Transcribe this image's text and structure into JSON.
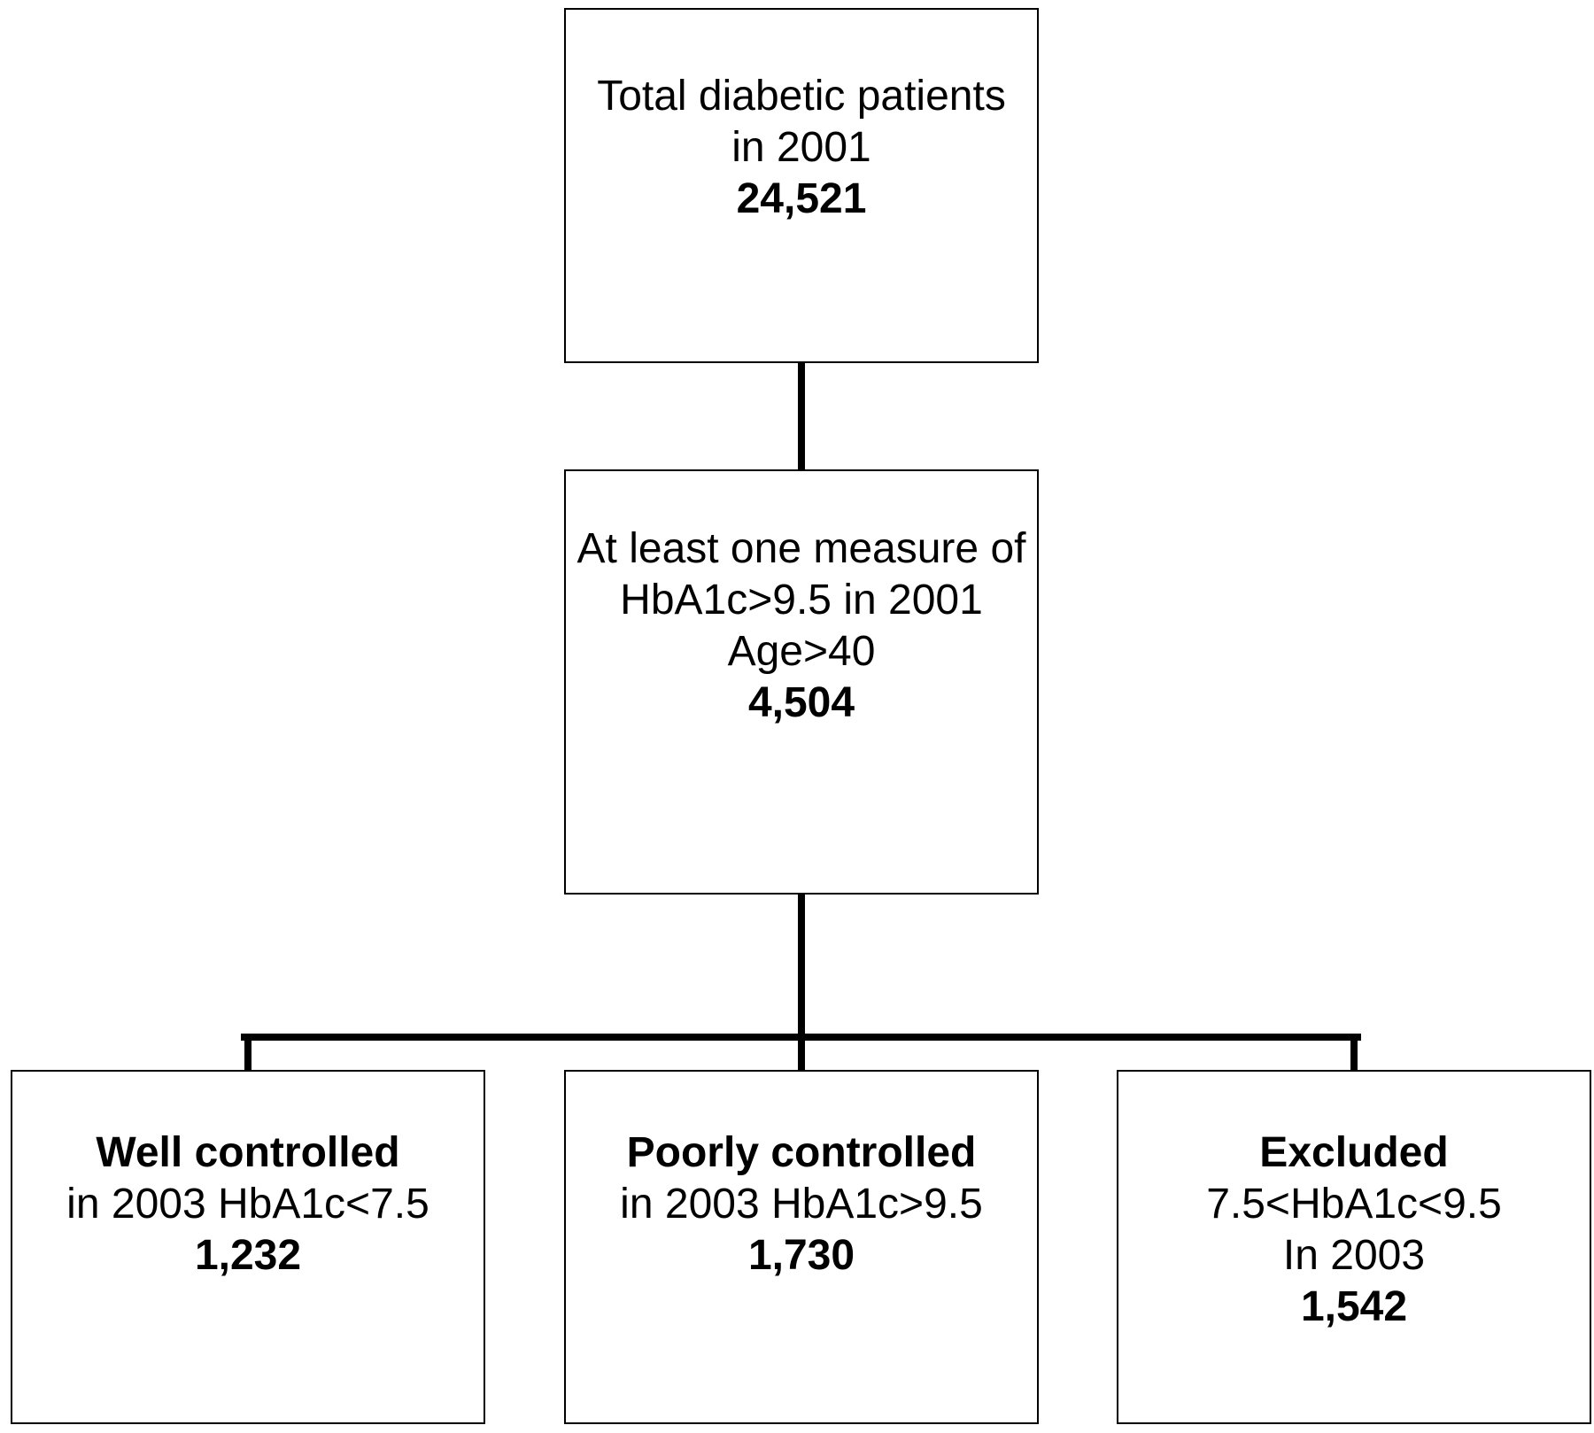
{
  "flowchart": {
    "total": {
      "line1": "Total diabetic patients",
      "line2": "in 2001",
      "count": "24,521"
    },
    "criteria": {
      "line1": "At least one measure of",
      "line2": "HbA1c>9.5 in 2001",
      "line3": "Age>40",
      "count": "4,504"
    },
    "well_controlled": {
      "title": "Well controlled",
      "line1": "in 2003 HbA1c<7.5",
      "count": "1,232"
    },
    "poorly_controlled": {
      "title": "Poorly controlled",
      "line1": "in 2003 HbA1c>9.5",
      "count": "1,730"
    },
    "excluded": {
      "title": "Excluded",
      "line1": "7.5<HbA1c<9.5",
      "line2": "In 2003",
      "count": "1,542"
    }
  },
  "colors": {
    "stroke": "#000000",
    "background": "#ffffff"
  }
}
